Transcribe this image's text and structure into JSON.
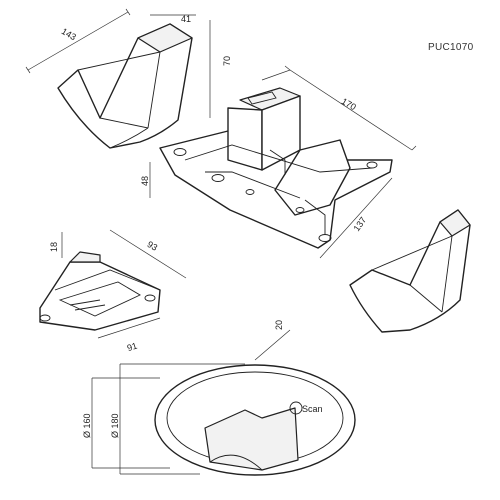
{
  "product_code": "PUC1070",
  "dimensions": {
    "cover_length": "143",
    "cover_width": "41",
    "cover_height": "70",
    "bracket_length": "170",
    "bracket_height": "48",
    "bracket_width": "137",
    "clamp_height": "18",
    "clamp_length": "93",
    "clamp_width": "91",
    "canopy_depth": "20",
    "canopy_inner_diameter": "Ø 160",
    "canopy_outer_diameter": "Ø 180"
  },
  "logo_text": "Scan"
}
